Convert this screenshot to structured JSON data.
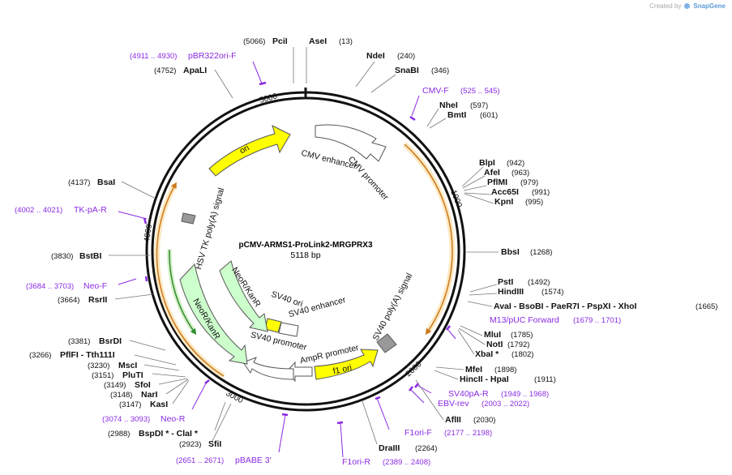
{
  "credit": {
    "prefix": "Created by",
    "brand": "SnapGene"
  },
  "plasmid": {
    "name": "pCMV-ARMS1-ProLink2-MRGPRX3",
    "length": "5118 bp"
  },
  "ticks": [
    "1000",
    "2000",
    "3000",
    "4000",
    "5000"
  ],
  "sites": [
    {
      "name": "PciI",
      "pos": "(5066)"
    },
    {
      "name": "AseI",
      "pos": "(13)"
    },
    {
      "name": "NdeI",
      "pos": "(240)"
    },
    {
      "name": "SnaBI",
      "pos": "(346)"
    },
    {
      "name": "NheI",
      "pos": "(597)"
    },
    {
      "name": "BmtI",
      "pos": "(601)"
    },
    {
      "name": "BlpI",
      "pos": "(942)"
    },
    {
      "name": "AfeI",
      "pos": "(963)"
    },
    {
      "name": "PflMI",
      "pos": "(979)"
    },
    {
      "name": "Acc65I",
      "pos": "(991)"
    },
    {
      "name": "KpnI",
      "pos": "(995)"
    },
    {
      "name": "BbsI",
      "pos": "(1268)"
    },
    {
      "name": "PstI",
      "pos": "(1492)"
    },
    {
      "name": "HindIII",
      "pos": "(1574)"
    },
    {
      "name": "AvaI  -  BsoBI  -  PaeR7I  -  PspXI  -  XhoI",
      "pos": "(1665)"
    },
    {
      "name": "MluI",
      "pos": "(1785)"
    },
    {
      "name": "NotI",
      "pos": "(1792)"
    },
    {
      "name": "XbaI *",
      "pos": "(1802)"
    },
    {
      "name": "MfeI",
      "pos": "(1898)"
    },
    {
      "name": "HincII  -  HpaI",
      "pos": "(1911)"
    },
    {
      "name": "AflII",
      "pos": "(2030)"
    },
    {
      "name": "DraIII",
      "pos": "(2264)"
    },
    {
      "name": "SfiI",
      "pos": "(2923)"
    },
    {
      "name": "BspDI *  -  ClaI *",
      "pos": "(2988)"
    },
    {
      "name": "KasI",
      "pos": "(3147)"
    },
    {
      "name": "NarI",
      "pos": "(3148)"
    },
    {
      "name": "SfoI",
      "pos": "(3149)"
    },
    {
      "name": "PluTI",
      "pos": "(3151)"
    },
    {
      "name": "MscI",
      "pos": "(3230)"
    },
    {
      "name": "PflFI  -  Tth111I",
      "pos": "(3266)"
    },
    {
      "name": "BsrDI",
      "pos": "(3381)"
    },
    {
      "name": "RsrII",
      "pos": "(3664)"
    },
    {
      "name": "BstBI",
      "pos": "(3830)"
    },
    {
      "name": "BsaI",
      "pos": "(4137)"
    },
    {
      "name": "ApaLI",
      "pos": "(4752)"
    }
  ],
  "primers": [
    {
      "name": "pBR322ori-F",
      "pos": "(4911 .. 4930)"
    },
    {
      "name": "CMV-F",
      "pos": "(525 .. 545)"
    },
    {
      "name": "M13/pUC Forward",
      "pos": "(1679 .. 1701)"
    },
    {
      "name": "SV40pA-R",
      "pos": "(1949 .. 1968)"
    },
    {
      "name": "EBV-rev",
      "pos": "(2003 .. 2022)"
    },
    {
      "name": "F1ori-F",
      "pos": "(2177 .. 2198)"
    },
    {
      "name": "F1ori-R",
      "pos": "(2389 .. 2408)"
    },
    {
      "name": "pBABE 3'",
      "pos": "(2651 .. 2671)"
    },
    {
      "name": "Neo-R",
      "pos": "(3074 .. 3093)"
    },
    {
      "name": "Neo-F",
      "pos": "(3684 .. 3703)"
    },
    {
      "name": "TK-pA-R",
      "pos": "(4002 .. 4021)"
    }
  ],
  "features": [
    {
      "name": "ori",
      "color": "#ffff00"
    },
    {
      "name": "CMV enhancer",
      "color": "#ffffff"
    },
    {
      "name": "CMV promoter",
      "color": "#ffffff"
    },
    {
      "name": "SV40 poly(A) signal",
      "color": "#999999"
    },
    {
      "name": "f1 ori",
      "color": "#ffff00"
    },
    {
      "name": "AmpR promoter",
      "color": "#ffffff"
    },
    {
      "name": "SV40 promoter",
      "color": "#ffffff"
    },
    {
      "name": "SV40 ori",
      "color": "#ffff00"
    },
    {
      "name": "SV40 enhancer",
      "color": "#ffffff"
    },
    {
      "name": "NeoR/KanR",
      "color": "#ccffcc"
    },
    {
      "name": "NeoR/KanR",
      "color": "#ccffcc"
    },
    {
      "name": "HSV TK poly(A) signal",
      "color": "#999999"
    }
  ],
  "colors": {
    "primer": "#8a2be2",
    "orf": "#e8a33b",
    "orf_halo": "#fde9c4",
    "orf_green": "#2e8b2e"
  }
}
